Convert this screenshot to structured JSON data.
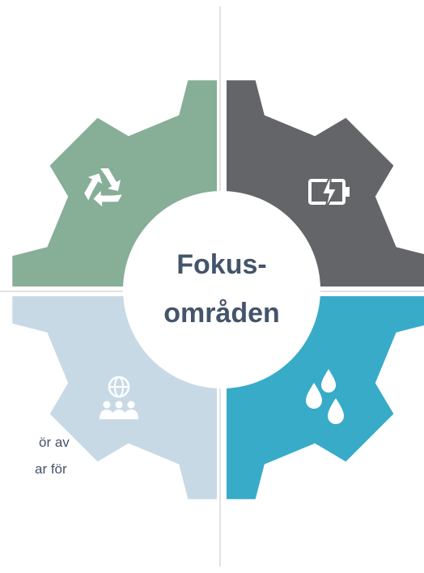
{
  "center": {
    "title_line1": "Fokus-",
    "title_line2": "områden"
  },
  "side_text": {
    "line1": "ör av",
    "line2": "ar för"
  },
  "quadrants": [
    {
      "position": "top-left",
      "color": "#87ae97",
      "icon": "recycle-icon"
    },
    {
      "position": "top-right",
      "color": "#636569",
      "icon": "battery-charging-icon"
    },
    {
      "position": "bottom-left",
      "color": "#c8d9e6",
      "icon": "globe-people-icon"
    },
    {
      "position": "bottom-right",
      "color": "#38abc8",
      "icon": "water-drops-icon"
    }
  ],
  "colors": {
    "center_text": "#44546a",
    "divider": "#d9d9d9",
    "background": "#ffffff"
  }
}
